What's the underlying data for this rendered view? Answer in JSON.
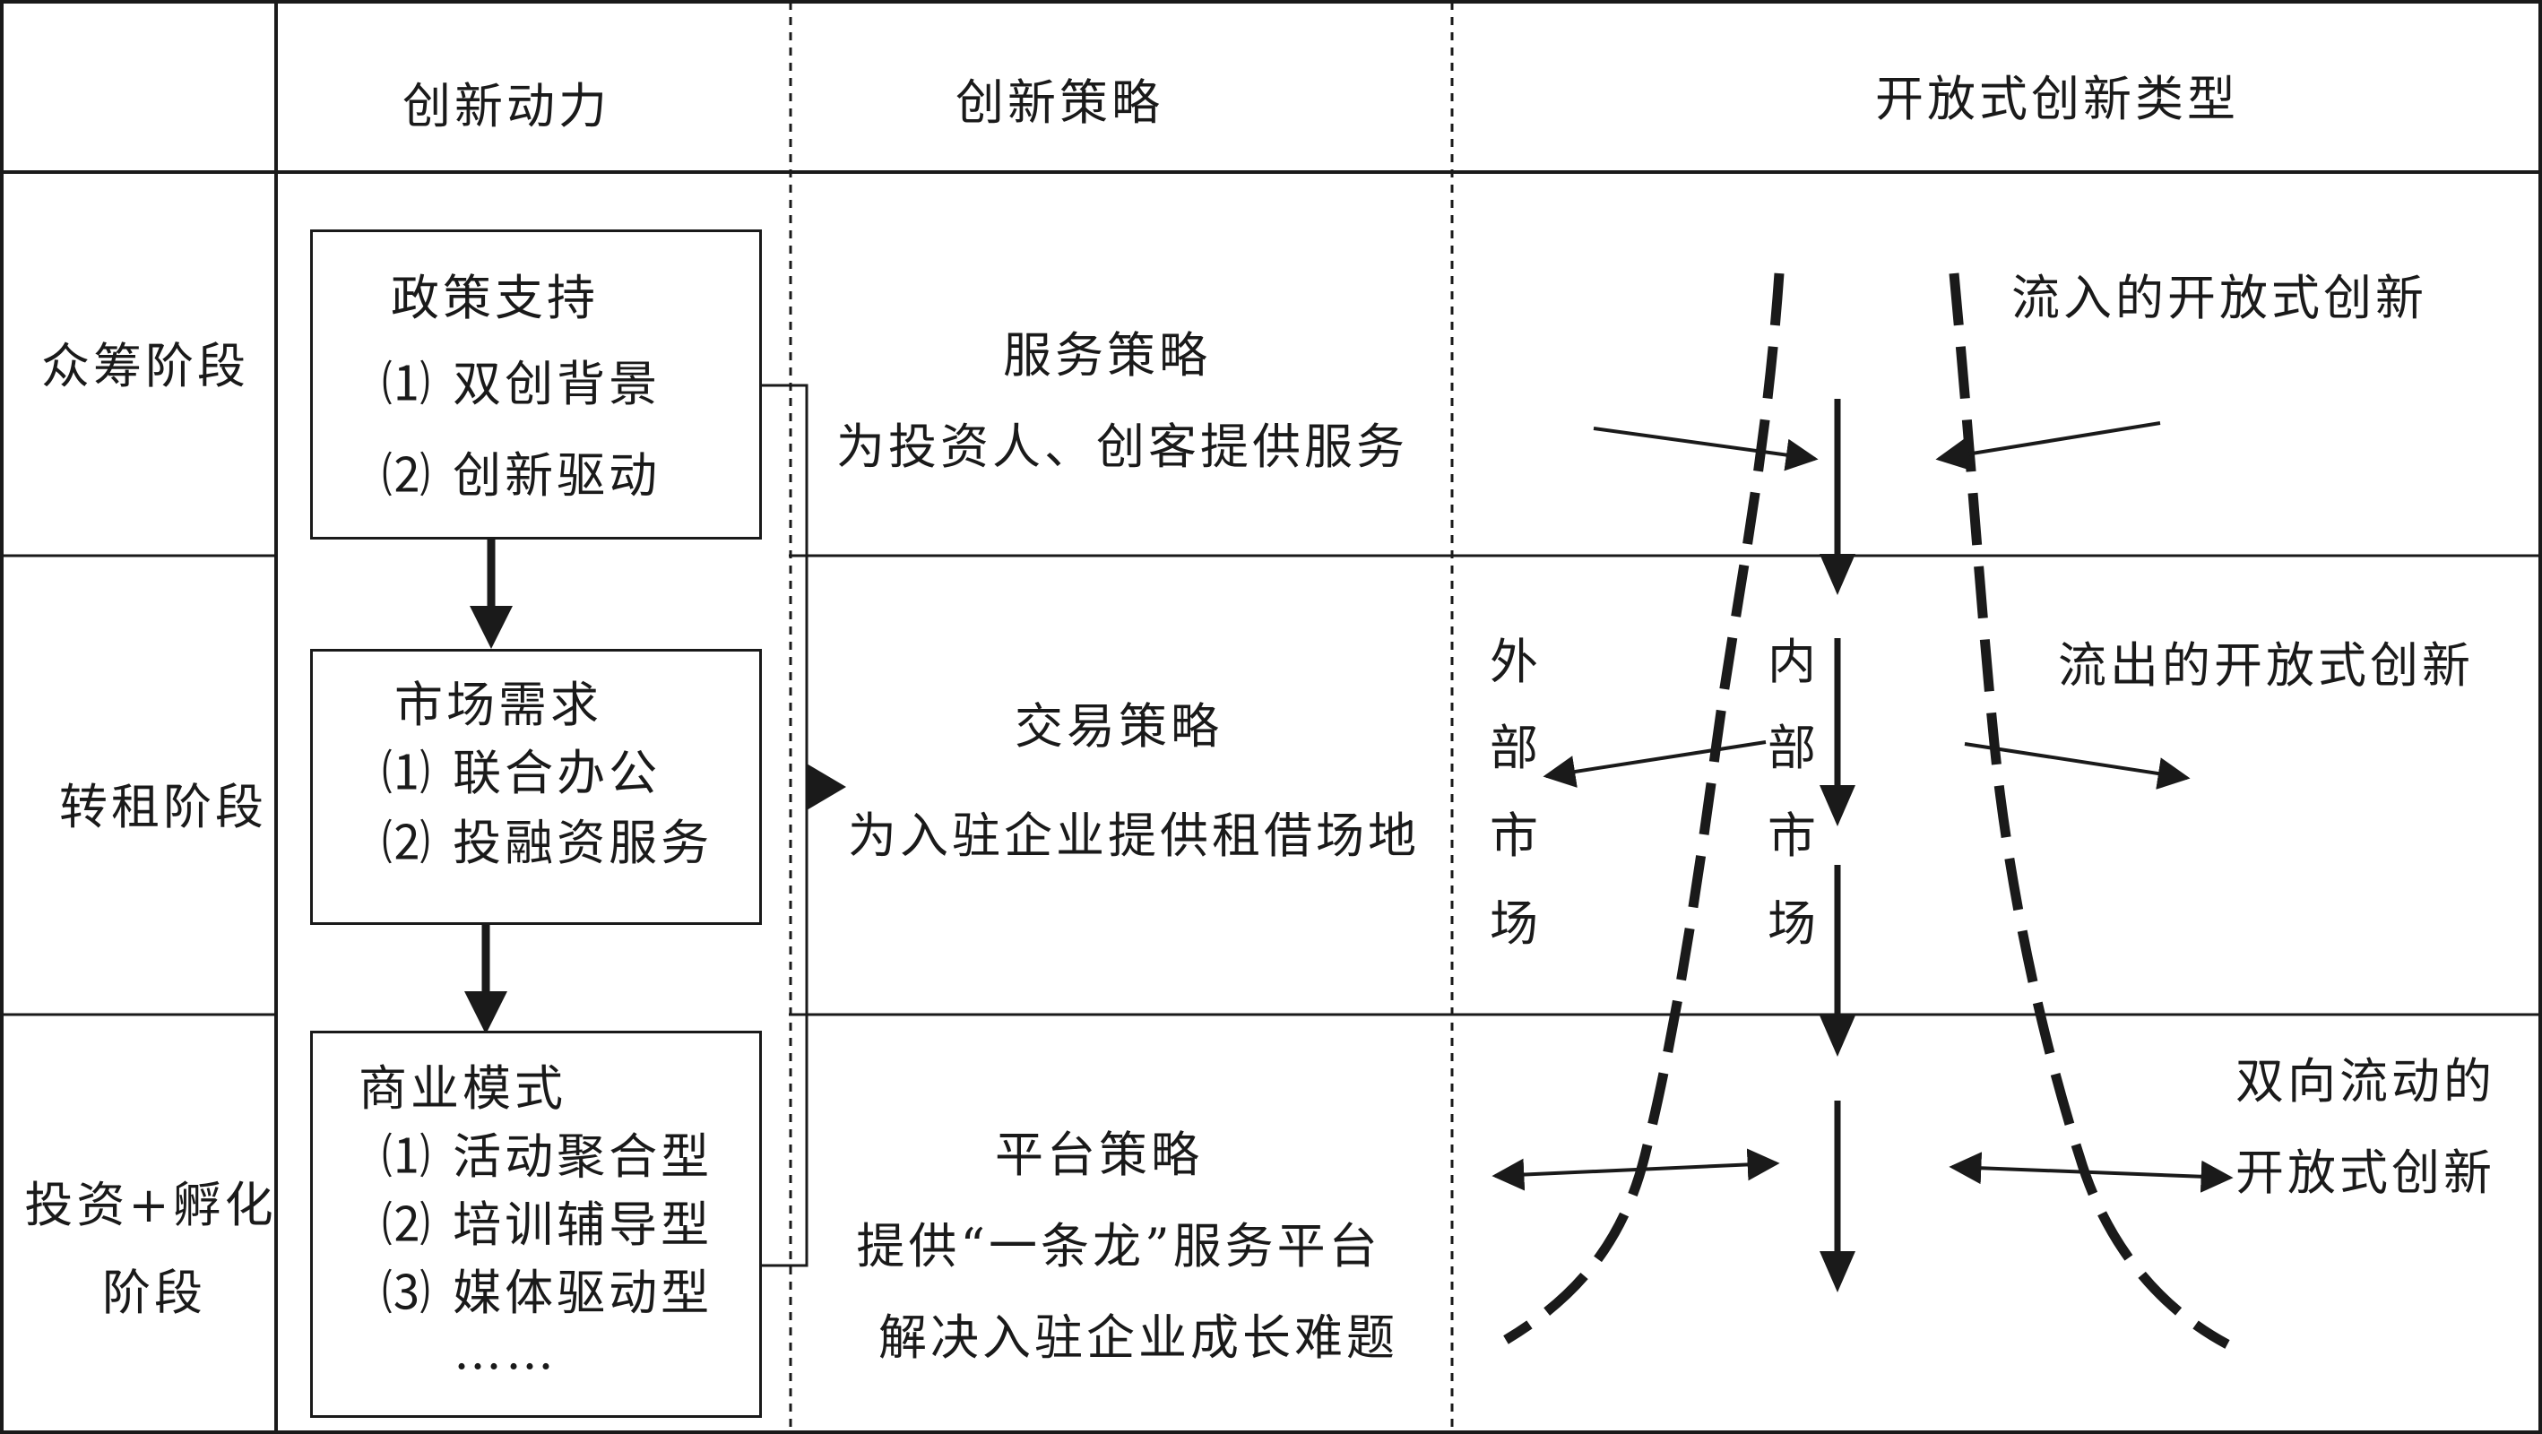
{
  "header": {
    "col_driver": "创新动力",
    "col_strategy": "创新策略",
    "col_type": "开放式创新类型"
  },
  "stages": [
    {
      "name": "众筹阶段"
    },
    {
      "name": "转租阶段"
    },
    {
      "name_line1": "投资+孵化",
      "name_line2": "阶段"
    }
  ],
  "drivers": {
    "policy": {
      "title": "政策支持",
      "items": [
        "⑴  双创背景",
        "⑵  创新驱动"
      ]
    },
    "market": {
      "title": "市场需求",
      "items": [
        "⑴  联合办公",
        "⑵  投融资服务"
      ]
    },
    "business": {
      "title": "商业模式",
      "items": [
        "⑴  活动聚合型",
        "⑵  培训辅导型",
        "⑶  媒体驱动型",
        "……"
      ]
    }
  },
  "strategies": [
    {
      "title": "服务策略",
      "lines": [
        "为投资人、创客提供服务"
      ]
    },
    {
      "title": "交易策略",
      "lines": [
        "为入驻企业提供租借场地"
      ]
    },
    {
      "title": "平台策略",
      "lines": [
        "提供“一条龙”服务平台",
        "解决入驻企业成长难题"
      ]
    }
  ],
  "innovation_types": {
    "inflow": "流入的开放式创新",
    "outflow": "流出的开放式创新",
    "bidirectional_line1": "双向流动的",
    "bidirectional_line2": "开放式创新",
    "external_market": [
      "外",
      "部",
      "市",
      "场"
    ],
    "internal_market": [
      "内",
      "部",
      "市",
      "场"
    ]
  },
  "colors": {
    "ink": "#1a1a1a",
    "background": "#ffffff"
  }
}
